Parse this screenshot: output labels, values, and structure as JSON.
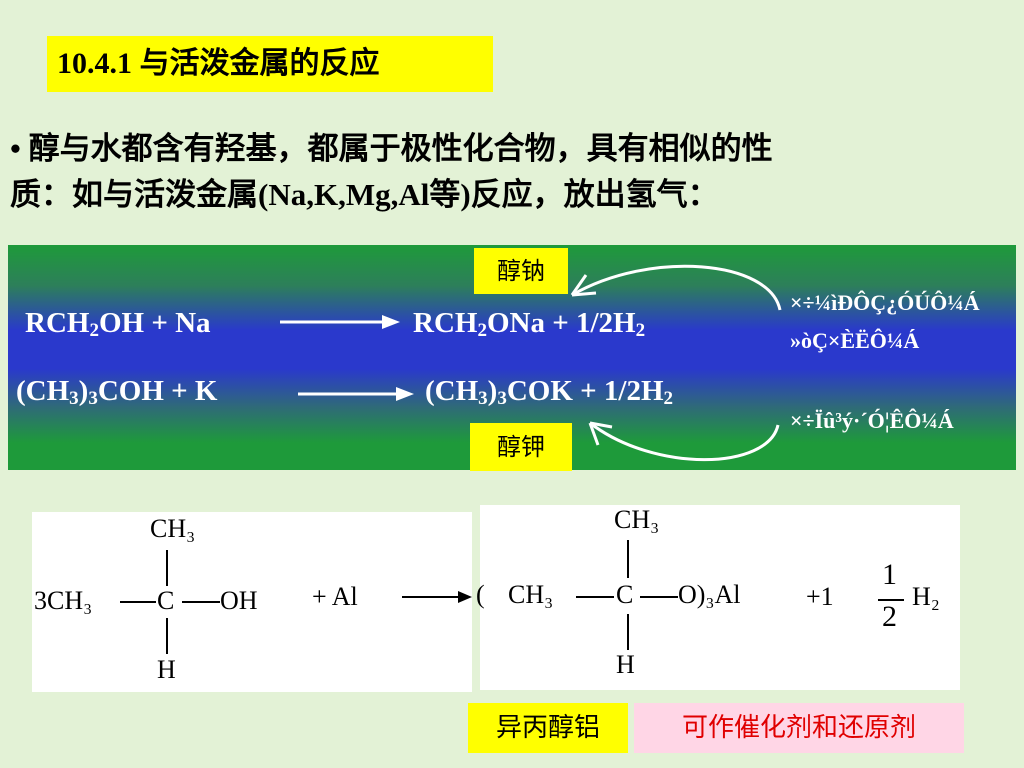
{
  "title": "10.4.1 与活泼金属的反应",
  "bullet": {
    "marker": "•",
    "line1": " 醇与水都含有羟基，都属于极性化合物，具有相似的性",
    "line2_pre": "质：如与活泼金属(",
    "line2_metals": "Na,K,Mg,Al",
    "line2_post": "等)反应，放出氢气："
  },
  "reactions": {
    "r1": {
      "lhs_a": "RCH",
      "lhs_sub": "2",
      "lhs_b": "OH + Na",
      "rhs_a": "RCH",
      "rhs_sub1": "2",
      "rhs_b": "ONa + 1/2H",
      "rhs_sub2": "2"
    },
    "r2": {
      "lhs_a": "(CH",
      "lhs_sub1": "3",
      "lhs_b": ")",
      "lhs_sub2": "3",
      "lhs_c": "COH + K",
      "rhs_a": "(CH",
      "rhs_sub1": "3",
      "rhs_b": ")",
      "rhs_sub2": "3",
      "rhs_c": "COK + 1/2H",
      "rhs_sub3": "2"
    },
    "label_top": "醇钠",
    "label_bottom": "醇钾",
    "garbled": [
      "×÷¼ìÐÔÇ¿ÓÚÔ¼Á",
      "»òÇ×ÈËÔ¼Á",
      "×÷Ïû³ý·´Ó¦ÊÔ¼Á"
    ]
  },
  "structure": {
    "left": {
      "ch3_top": "CH₃",
      "prefix": "3CH₃",
      "c": "C",
      "oh": "OH",
      "h": "H"
    },
    "plus_al": "+ Al",
    "right": {
      "paren_open": "(",
      "ch3": "CH₃",
      "ch3_top": "CH₃",
      "c": "C",
      "o_close": "O)₃Al",
      "h": "H"
    },
    "plus_one": "+1",
    "frac_num": "1",
    "frac_den": "2",
    "h2": "H₂"
  },
  "bottom_labels": {
    "product": "异丙醇铝",
    "use": "可作催化剂和还原剂"
  },
  "colors": {
    "background": "#e3f2d6",
    "highlight": "#ffff00",
    "band_green": "#1e9a3a",
    "band_blue": "#2a39cc",
    "pink": "#ffd6e6",
    "red": "#e00000"
  }
}
